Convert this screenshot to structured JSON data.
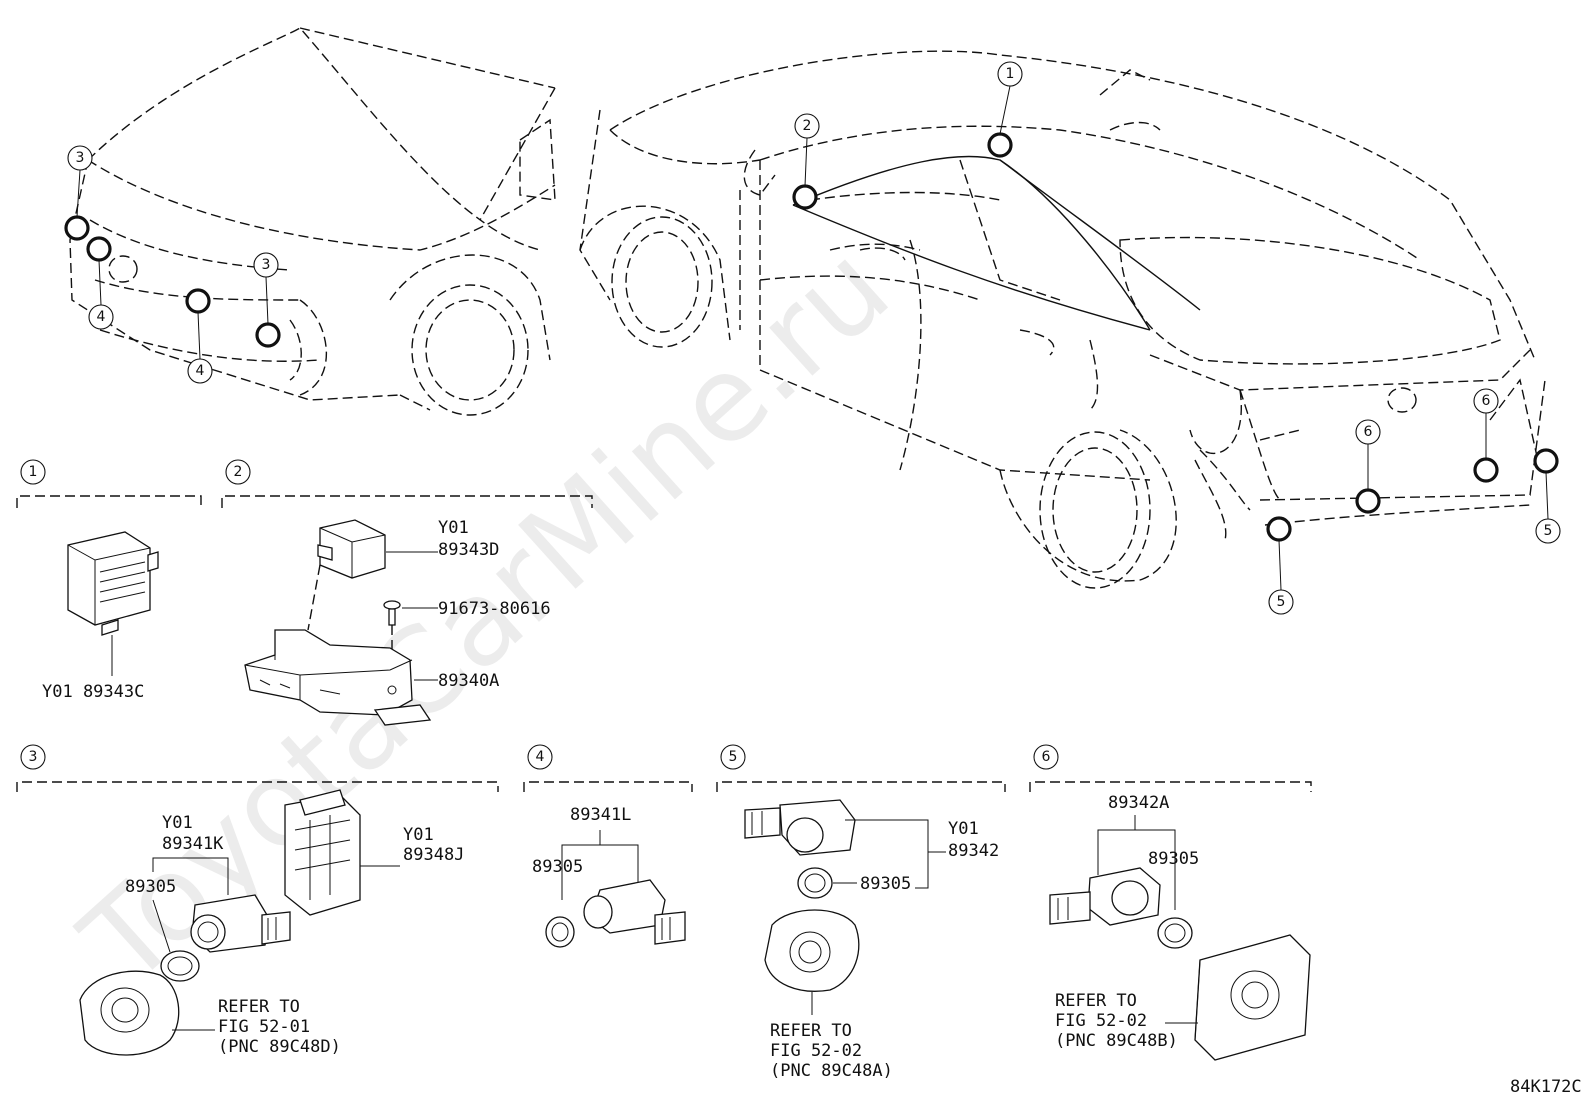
{
  "watermark": "ToyotaCarMine.ru",
  "figure_code": "84K172C",
  "callouts": {
    "c1": "1",
    "c2": "2",
    "c3": "3",
    "c4": "4",
    "c5": "5",
    "c6": "6"
  },
  "sections": {
    "s1": {
      "number": "1",
      "parts": {
        "p1": "Y01 89343C"
      }
    },
    "s2": {
      "number": "2",
      "parts": {
        "p1_prefix": "Y01",
        "p1": "89343D",
        "p2": "91673-80616",
        "p3": "89340A"
      }
    },
    "s3": {
      "number": "3",
      "parts": {
        "p1_prefix": "Y01",
        "p1": "89341K",
        "p2_prefix": "Y01",
        "p2": "89348J",
        "p3": "89305"
      },
      "refer": {
        "l1": "REFER TO",
        "l2": "FIG 52-01",
        "l3": "(PNC 89C48D)"
      }
    },
    "s4": {
      "number": "4",
      "parts": {
        "p1": "89341L",
        "p2": "89305"
      }
    },
    "s5": {
      "number": "5",
      "parts": {
        "p1_prefix": "Y01",
        "p1": "89342",
        "p2": "89305"
      },
      "refer": {
        "l1": "REFER TO",
        "l2": "FIG 52-02",
        "l3": "(PNC 89C48A)"
      }
    },
    "s6": {
      "number": "6",
      "parts": {
        "p1": "89342A",
        "p2": "89305"
      },
      "refer": {
        "l1": "REFER TO",
        "l2": "FIG 52-02",
        "l3": "(PNC 89C48B)"
      }
    }
  }
}
